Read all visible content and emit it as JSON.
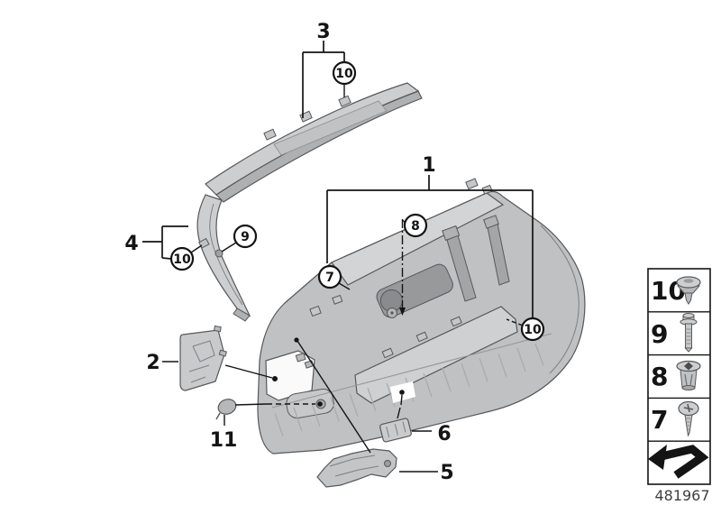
{
  "colors": {
    "background": "#ffffff",
    "line": "#141414",
    "part_fill": "#bfc1c3",
    "part_fill_light": "#ccced0",
    "part_fill_mid": "#b0b2b4",
    "part_fill_dark": "#9b9da0",
    "part_stroke": "#56585a",
    "footer_text": "#3f3f3f"
  },
  "callouts": {
    "n1": "1",
    "n2": "2",
    "n3": "3",
    "n4": "4",
    "n5": "5",
    "n6": "6",
    "n11": "11",
    "c7": "7",
    "c8": "8",
    "c9": "9",
    "c10": "10"
  },
  "legend": {
    "item10": "10",
    "item9": "9",
    "item8": "8",
    "item7": "7",
    "icons": {
      "item10": "push-pin-clip-icon",
      "item9": "shoulder-screw-icon",
      "item8": "expansion-nut-icon",
      "item7": "tapping-screw-icon",
      "footer": "cross-reference-arrow-icon"
    }
  },
  "footer": {
    "doc_number": "481967"
  }
}
